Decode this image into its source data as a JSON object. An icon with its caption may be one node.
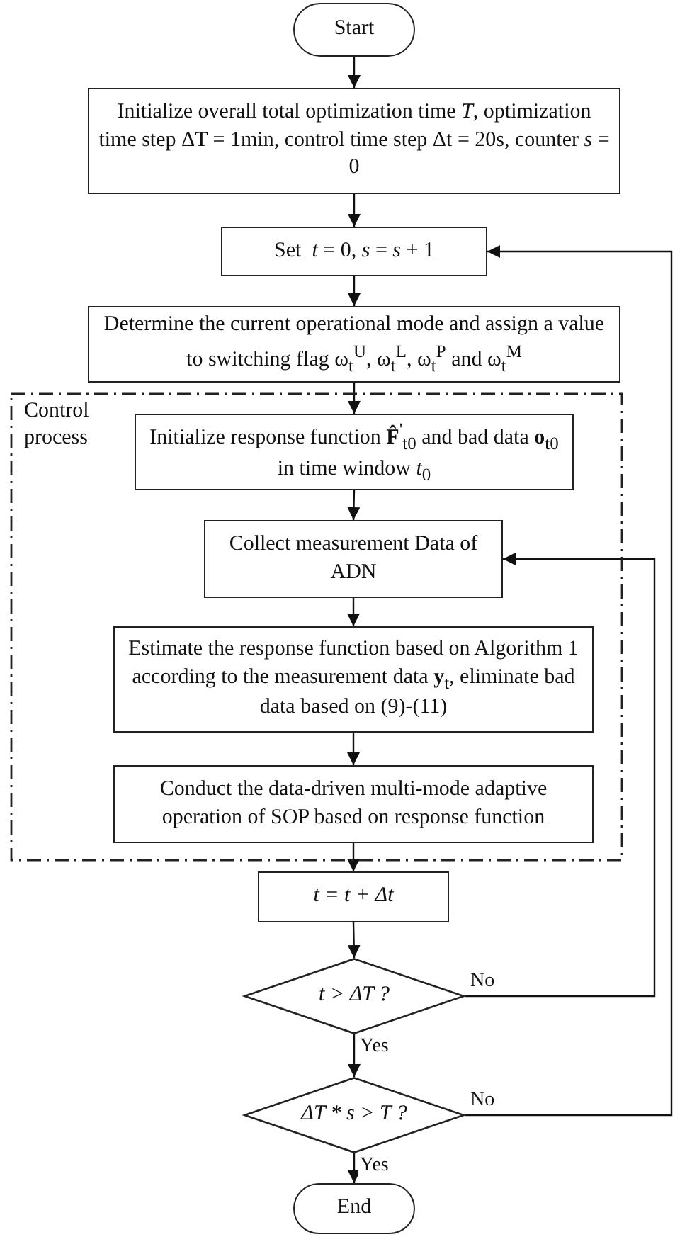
{
  "diagram": {
    "nodes": [
      {
        "text": [
          "Start"
        ]
      },
      {
        "text": [
          "Initialize overall total optimization time *T*, optimization time step ΔT = 1min, control time step Δt = 20s, counter *s* = 0"
        ]
      },
      {
        "text": [
          "Set  *t* = 0, *s* = *s* + 1"
        ]
      },
      {
        "text": [
          "Determine the current operational mode and assign a value to switching flag ω$_{t}$$^{U}$, ω$_{t}$$^{L}$, ω$_{t}$$^{P}$ and ω$_{t}$$^{M}$"
        ]
      },
      {
        "text": [
          "Control process"
        ]
      },
      {
        "text": [
          "Initialize response function **F̂**$^{'}$$_{t0}$ and bad data **o**$_{t0}$ in time window *t*$_{0}$"
        ],
        "in": 4
      },
      {
        "text": [
          "Collect measurement Data of ADN"
        ],
        "in": 4
      },
      {
        "text": [
          "Estimate the response function based on Algorithm 1 according to the measurement data **y**$_{t}$, eliminate bad data based on (9)-(11)"
        ],
        "in": 4
      },
      {
        "text": [
          "Conduct the data-driven multi-mode adaptive operation of SOP based on response function"
        ],
        "in": 4
      },
      {
        "text": [
          "t = t + Δt"
        ]
      },
      {
        "text": [
          "t > ΔT ?"
        ]
      },
      {
        "text": [
          "ΔT * s > T ?"
        ]
      },
      {
        "text": [
          "End"
        ]
      }
    ],
    "edges": [
      {
        "from": 0,
        "to": 1,
        "arrow": "to"
      },
      {
        "from": 1,
        "to": 2,
        "arrow": "to"
      },
      {
        "from": 2,
        "to": 3,
        "arrow": "to"
      },
      {
        "from": 3,
        "to": 5,
        "arrow": "to"
      },
      {
        "from": 5,
        "to": 6,
        "arrow": "to"
      },
      {
        "from": 6,
        "to": 7,
        "arrow": "to"
      },
      {
        "from": 7,
        "to": 8,
        "arrow": "to"
      },
      {
        "from": 8,
        "to": 9,
        "arrow": "to"
      },
      {
        "from": 9,
        "to": 10,
        "arrow": "to"
      },
      {
        "from": 10,
        "to": 11,
        "arrow": "to",
        "label": "Yes"
      },
      {
        "from": 10,
        "to": 6,
        "arrow": "to",
        "label": "No"
      },
      {
        "from": 11,
        "to": 12,
        "arrow": "to",
        "label": "Yes"
      },
      {
        "from": 11,
        "to": 2,
        "arrow": "to",
        "label": "No"
      }
    ]
  }
}
